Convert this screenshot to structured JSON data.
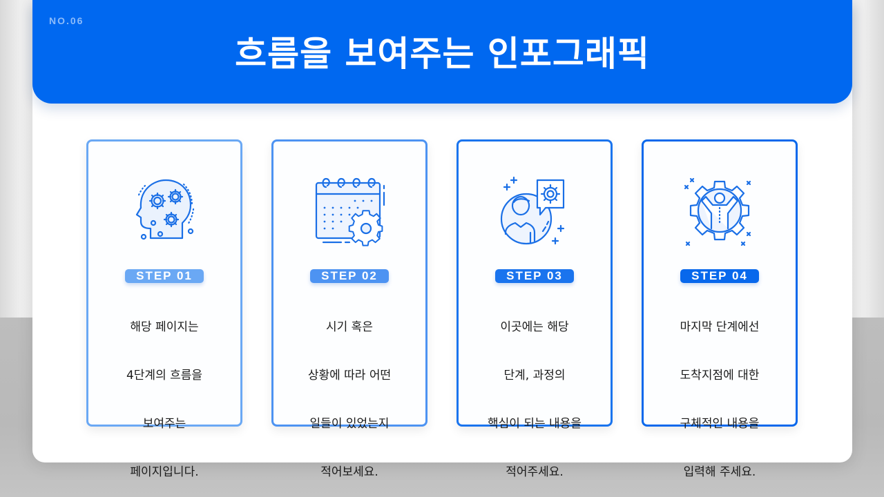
{
  "header": {
    "slide_number": "NO.06",
    "title": "흐름을 보여주는 인포그래픽"
  },
  "colors": {
    "primary": "#0068f0",
    "step_colors": [
      "#6aa8f4",
      "#4d93f2",
      "#1a74ee",
      "#0868ec"
    ]
  },
  "steps": [
    {
      "label": "STEP 01",
      "icon": "head-gears-icon",
      "lines": [
        "해당 페이지는",
        "4단계의 흐름을",
        "보여주는",
        "페이지입니다."
      ]
    },
    {
      "label": "STEP 02",
      "icon": "calendar-gear-icon",
      "lines": [
        "시기 혹은",
        "상황에 따라 어떤",
        "일들이 있었는지",
        "적어보세요."
      ]
    },
    {
      "label": "STEP 03",
      "icon": "person-speech-gear-icon",
      "lines": [
        "이곳에는 해당",
        "단계, 과정의",
        "핵심이 되는 내용을",
        "적어주세요."
      ]
    },
    {
      "label": "STEP 04",
      "icon": "gear-person-icon",
      "lines": [
        "마지막 단계에선",
        "도착지점에 대한",
        "구체적인 내용을",
        "입력해 주세요."
      ]
    }
  ]
}
